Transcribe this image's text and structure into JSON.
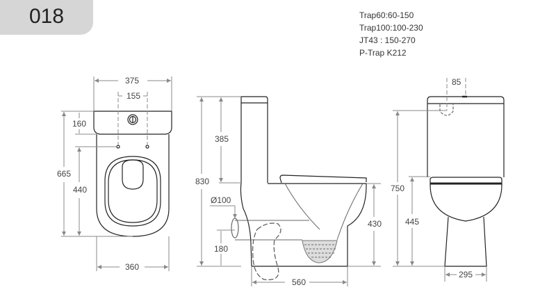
{
  "model": {
    "code": "018"
  },
  "trap_notes": [
    "Trap60:60-150",
    "Trap100:100-230",
    "JT43  : 150-270",
    "P-Trap K212"
  ],
  "top_view": {
    "overall_width": "375",
    "hole_spacing": "155",
    "tank_depth": "160",
    "overall_length": "665",
    "bowl_length": "440",
    "bowl_width": "360"
  },
  "side_view": {
    "overall_height": "830",
    "tank_height": "385",
    "outlet_diameter": "Ø100",
    "outlet_height": "180",
    "seat_height": "430",
    "depth": "560"
  },
  "front_view": {
    "button_offset": "85",
    "overall_height": "750",
    "seat_height": "445",
    "base_width": "295"
  },
  "colors": {
    "tab_bg": "#d6d6d6",
    "outline": "#222222",
    "dimension": "#888888"
  }
}
